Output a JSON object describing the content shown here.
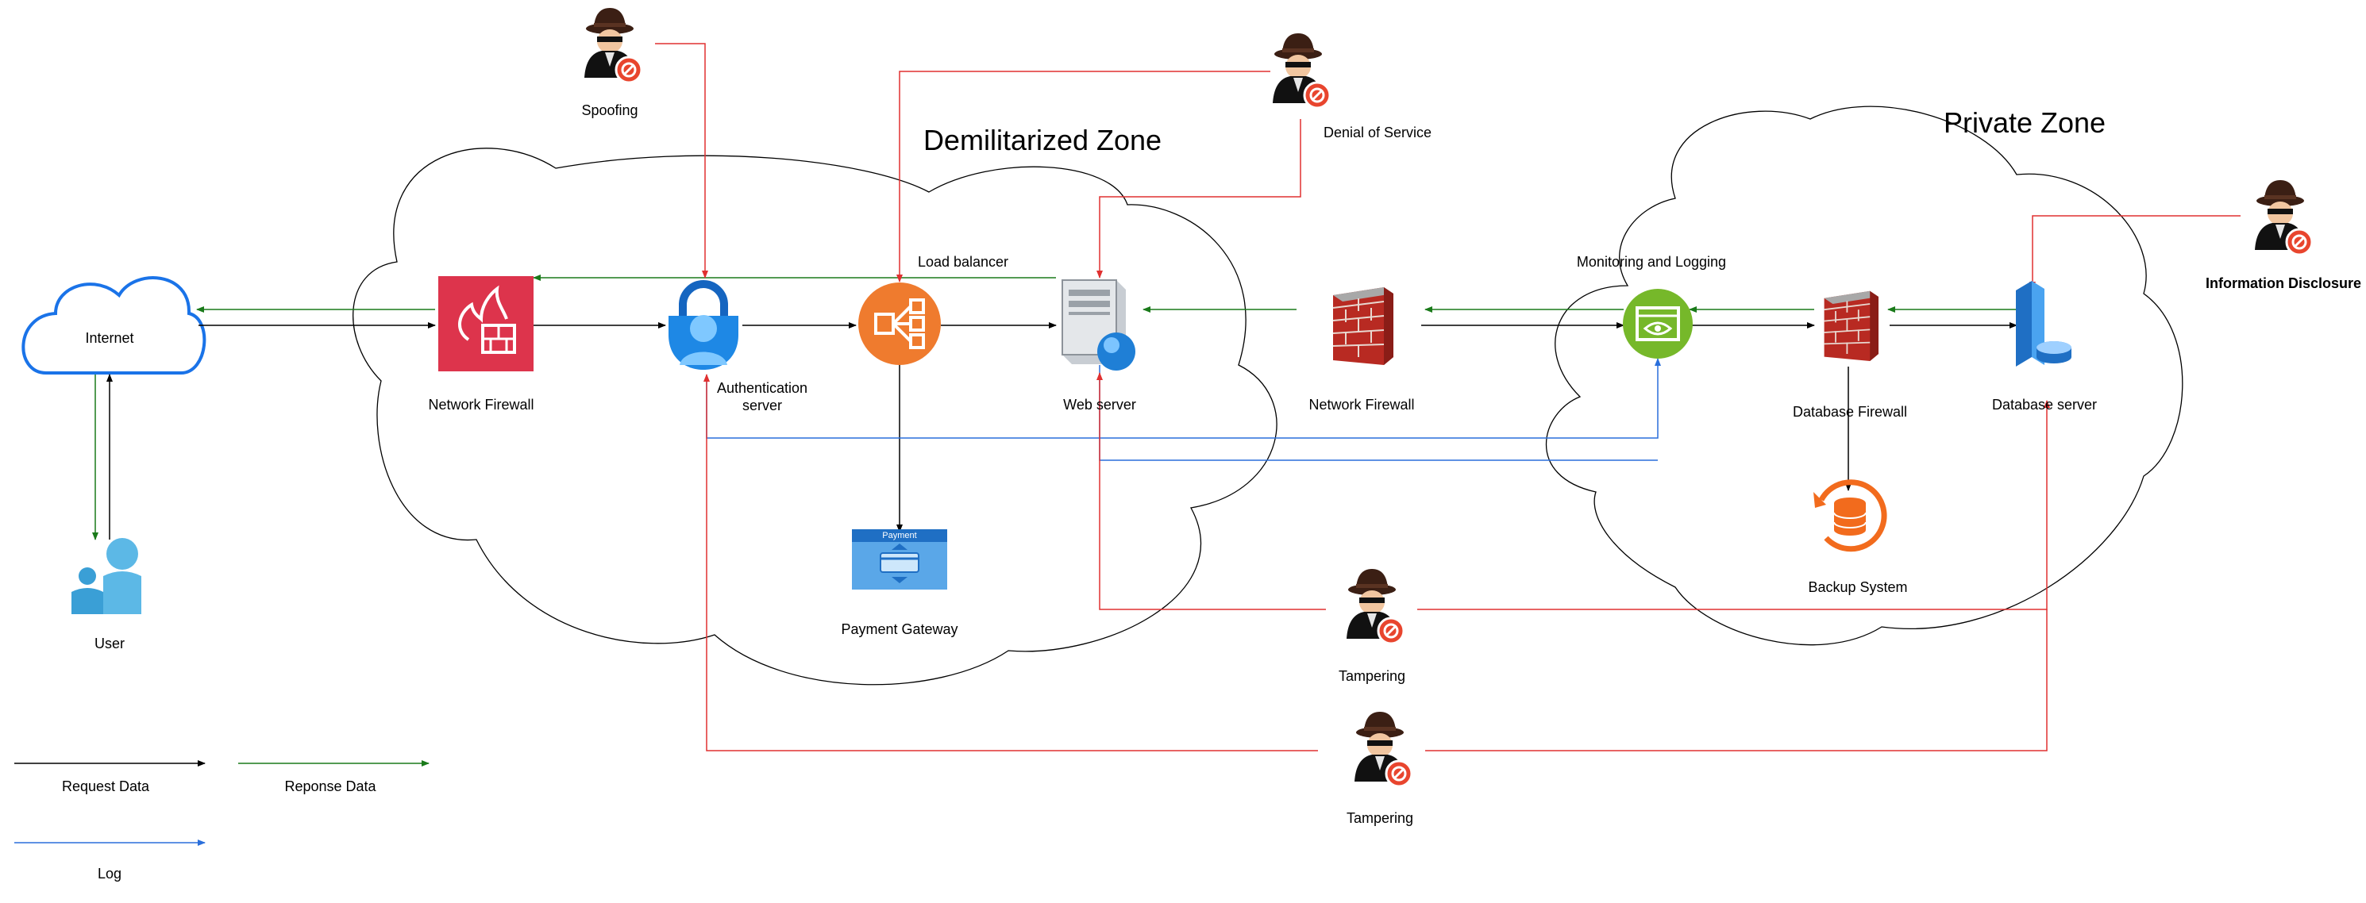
{
  "zones": {
    "dmz": "Demilitarized Zone",
    "private": "Private Zone"
  },
  "nodes": {
    "internet": "Internet",
    "user": "User",
    "network_firewall_1": "Network Firewall",
    "auth_server": "Authentication\nserver",
    "load_balancer": "Load balancer",
    "payment_gateway": "Payment Gateway",
    "payment_badge": "Payment",
    "web_server": "Web server",
    "network_firewall_2": "Network Firewall",
    "monitoring": "Monitoring and Logging",
    "database_firewall": "Database Firewall",
    "backup_system": "Backup System",
    "database_server": "Database server"
  },
  "threats": {
    "spoofing": "Spoofing",
    "denial_of_service": "Denial of Service",
    "information_disclosure": "Information Disclosure",
    "tampering_1": "Tampering",
    "tampering_2": "Tampering"
  },
  "legend": {
    "request": "Request Data",
    "response": "Reponse Data",
    "log": "Log"
  },
  "colors": {
    "request": "#000000",
    "response": "#1a7a1a",
    "log": "#2a6fdb",
    "threat": "#e03030",
    "legend_bg": "#fba962",
    "cloud_stroke": "#1a73e8",
    "aws_firewall": "#dd344c",
    "load_balancer": "#ef7b2e",
    "monitoring": "#76b82a",
    "backup": "#f26b1d"
  }
}
